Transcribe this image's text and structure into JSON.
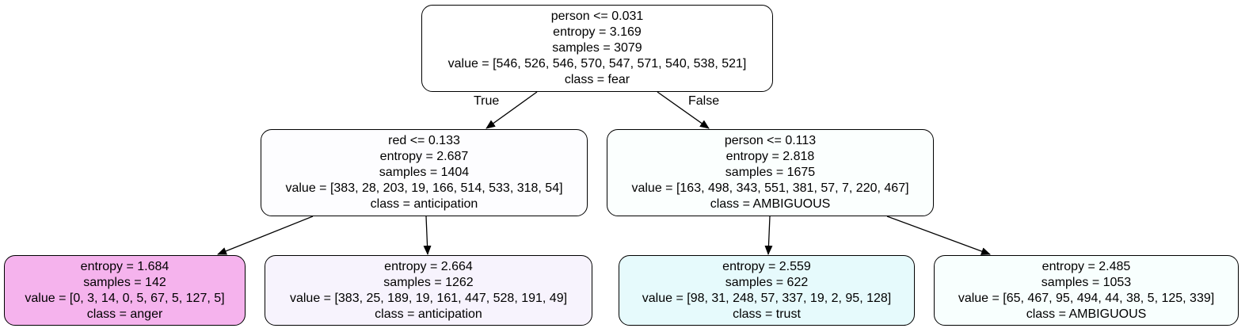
{
  "tree": {
    "root": {
      "lines": [
        "person <= 0.031",
        "entropy = 3.169",
        "samples = 3079",
        "value = [546, 526, 546, 570, 547, 571, 540, 538, 521]",
        "class = fear"
      ],
      "fill": "#ffffff"
    },
    "left": {
      "lines": [
        "red <= 0.133",
        "entropy = 2.687",
        "samples = 1404",
        "value = [383, 28, 203, 19, 166, 514, 533, 318, 54]",
        "class = anticipation"
      ],
      "fill": "#fdfdff"
    },
    "right": {
      "lines": [
        "person <= 0.113",
        "entropy = 2.818",
        "samples = 1675",
        "value = [163, 498, 343, 551, 381, 57, 7, 220, 467]",
        "class = AMBIGUOUS"
      ],
      "fill": "#fbfffe"
    },
    "leaf_ll": {
      "lines": [
        "entropy = 1.684",
        "samples = 142",
        "value = [0, 3, 14, 0, 5, 67, 5, 127, 5]",
        "class = anger"
      ],
      "fill": "#f5b3ed"
    },
    "leaf_lr": {
      "lines": [
        "entropy = 2.664",
        "samples = 1262",
        "value = [383, 25, 189, 19, 161, 447, 528, 191, 49]",
        "class = anticipation"
      ],
      "fill": "#f7f3fd"
    },
    "leaf_rl": {
      "lines": [
        "entropy = 2.559",
        "samples = 622",
        "value = [98, 31, 248, 57, 337, 19, 2, 95, 128]",
        "class = trust"
      ],
      "fill": "#e6fafc"
    },
    "leaf_rr": {
      "lines": [
        "entropy = 2.485",
        "samples = 1053",
        "value = [65, 467, 95, 494, 44, 38, 5, 125, 339]",
        "class = AMBIGUOUS"
      ],
      "fill": "#f8fffe"
    }
  },
  "edge_labels": {
    "true": "True",
    "false": "False"
  }
}
